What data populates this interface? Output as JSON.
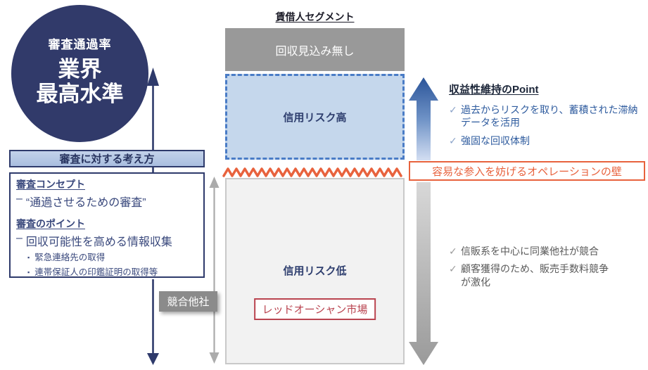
{
  "colors": {
    "navy": "#2e3a6b",
    "circle_navy": "#313a6a",
    "header_fill_blue": "#b3c7e4",
    "high_risk_fill": "#c5d7ec",
    "high_risk_border": "#4a7cc6",
    "gray_box": "#999999",
    "low_risk_fill": "#f2f2f2",
    "orange": "#e8623d",
    "red": "#b9434f",
    "blue_text": "#2e5b9e",
    "gray_text": "#595959",
    "competitor_gray": "#8b8b8b"
  },
  "marks": {
    "check": "✓",
    "bullet": "▪",
    "dash": "–"
  },
  "pass_rate": {
    "caption": "審査通過率",
    "line1": "業界",
    "line2": "最高水準"
  },
  "screening": {
    "header": "審査に対する考え方",
    "concept_heading": "審査コンセプト",
    "concept_item": "“通過させるための審査”",
    "point_heading": "審査のポイント",
    "point_item": "回収可能性を高める情報収集",
    "sub_items": [
      "緊急連絡先の取得",
      "連帯保証人の印鑑証明の取得等"
    ]
  },
  "competitor_label": "競合他社",
  "segment": {
    "title": "賃借人セグメント",
    "no_collection": "回収見込み無し",
    "high_risk": "信用リスク高",
    "low_risk": "信用リスク低",
    "red_ocean": "レッドオーシャン市場"
  },
  "barrier": "容易な参入を妨げるオペレーションの壁",
  "profit": {
    "heading": "収益性維持のPoint",
    "items": [
      "過去からリスクを取り、蓄積された滞納\nデータを活用",
      "強固な回収体制"
    ]
  },
  "competition": {
    "items": [
      "信販系を中心に同業他社が競合",
      "顧客獲得のため、販売手数料競争\nが激化"
    ]
  }
}
